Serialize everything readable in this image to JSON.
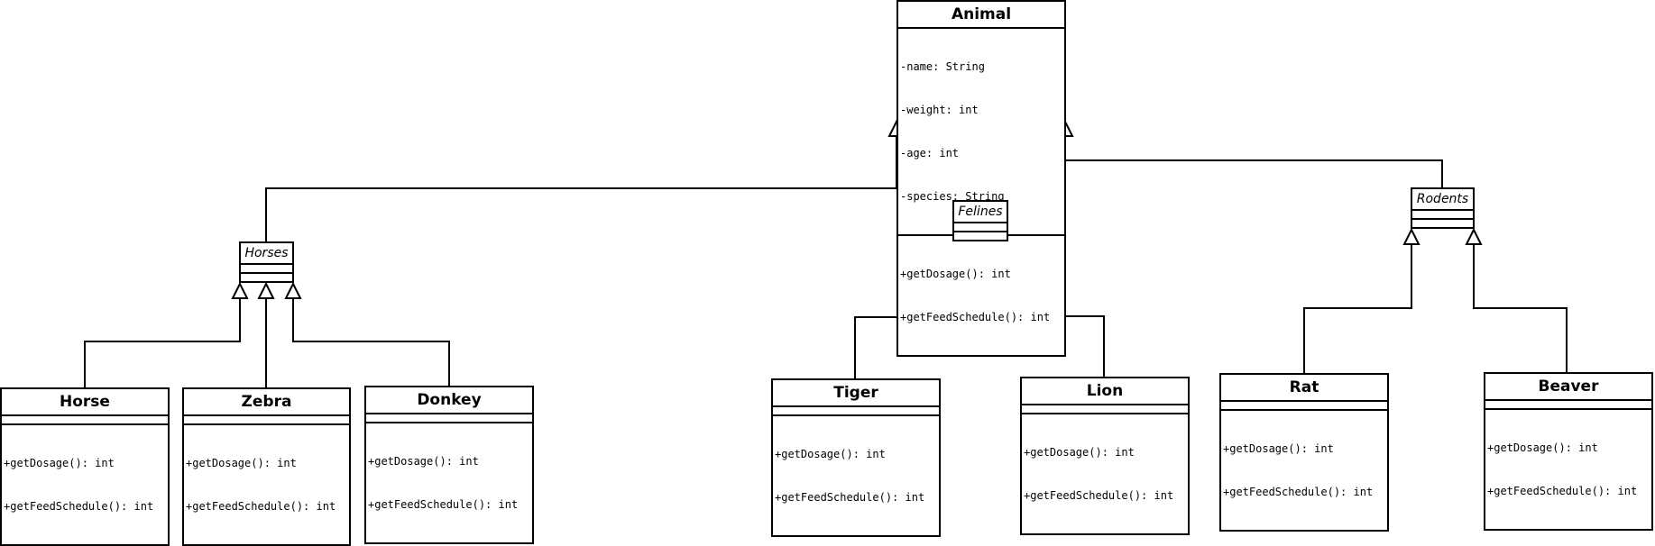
{
  "classes": {
    "animal": {
      "name": "Animal",
      "attributes": [
        "-name: String",
        "-weight: int",
        "-age: int",
        "-species: String"
      ],
      "methods": [
        "+getDosage(): int",
        "+getFeedSchedule(): int"
      ]
    },
    "horses": {
      "name": "Horses"
    },
    "felines": {
      "name": "Felines"
    },
    "rodents": {
      "name": "Rodents"
    },
    "horse": {
      "name": "Horse",
      "methods": [
        "+getDosage(): int",
        "+getFeedSchedule(): int"
      ]
    },
    "zebra": {
      "name": "Zebra",
      "methods": [
        "+getDosage(): int",
        "+getFeedSchedule(): int"
      ]
    },
    "donkey": {
      "name": "Donkey",
      "methods": [
        "+getDosage(): int",
        "+getFeedSchedule(): int"
      ]
    },
    "tiger": {
      "name": "Tiger",
      "methods": [
        "+getDosage(): int",
        "+getFeedSchedule(): int"
      ]
    },
    "lion": {
      "name": "Lion",
      "methods": [
        "+getDosage(): int",
        "+getFeedSchedule(): int"
      ]
    },
    "rat": {
      "name": "Rat",
      "methods": [
        "+getDosage(): int",
        "+getFeedSchedule(): int"
      ]
    },
    "beaver": {
      "name": "Beaver",
      "methods": [
        "+getDosage(): int",
        "+getFeedSchedule(): int"
      ]
    }
  }
}
